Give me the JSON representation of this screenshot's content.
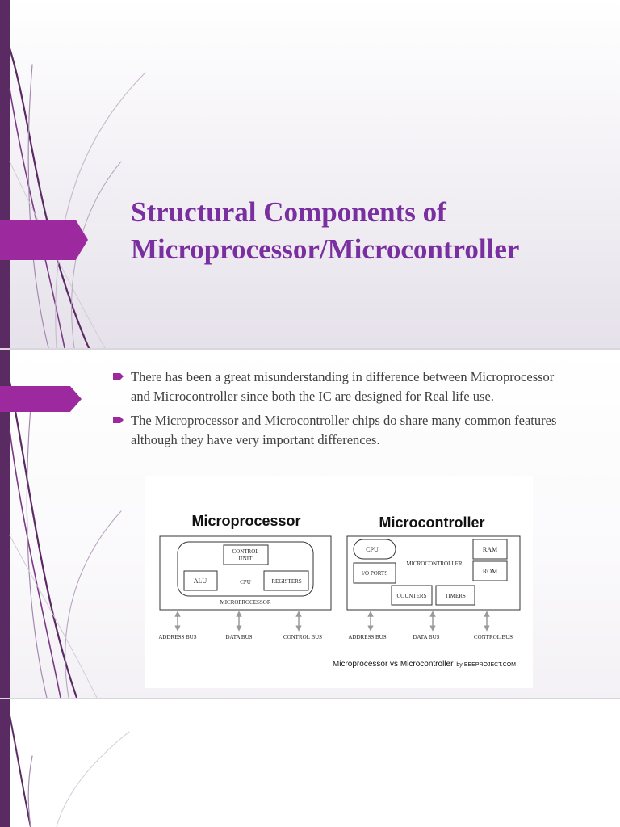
{
  "slide1": {
    "title_line1": "Structural Components of",
    "title_line2": "Microprocessor/Microcontroller"
  },
  "slide2": {
    "bullets": [
      "There has been a great misunderstanding in difference between Microprocessor and Microcontroller since both the IC are designed for Real life use.",
      "The Microprocessor and Microcontroller chips do share many common features although they have very important differences."
    ],
    "diagram": {
      "microprocessor": {
        "heading": "Microprocessor",
        "control_unit_line1": "CONTROL",
        "control_unit_line2": "UNIT",
        "alu": "ALU",
        "cpu": "CPU",
        "registers": "REGISTERS",
        "label": "MICROPROCESSOR",
        "buses": [
          "ADDRESS BUS",
          "DATA BUS",
          "CONTROL BUS"
        ]
      },
      "microcontroller": {
        "heading": "Microcontroller",
        "cpu": "CPU",
        "ram": "RAM",
        "io_ports": "I/O PORTS",
        "label": "MICROCONTROLLER",
        "rom": "ROM",
        "counters": "COUNTERS",
        "timers": "TIMERS",
        "buses": [
          "ADDRESS BUS",
          "DATA BUS",
          "CONTROL BUS"
        ]
      },
      "caption_main": "Microprocessor vs Microcontroller",
      "caption_by": "by",
      "caption_source": "EEEPROJECT.COM"
    }
  },
  "colors": {
    "title": "#7a2fa0",
    "accent_tab": "#9c2a9e",
    "left_bar": "#5a2a63",
    "body_text": "#404040"
  }
}
